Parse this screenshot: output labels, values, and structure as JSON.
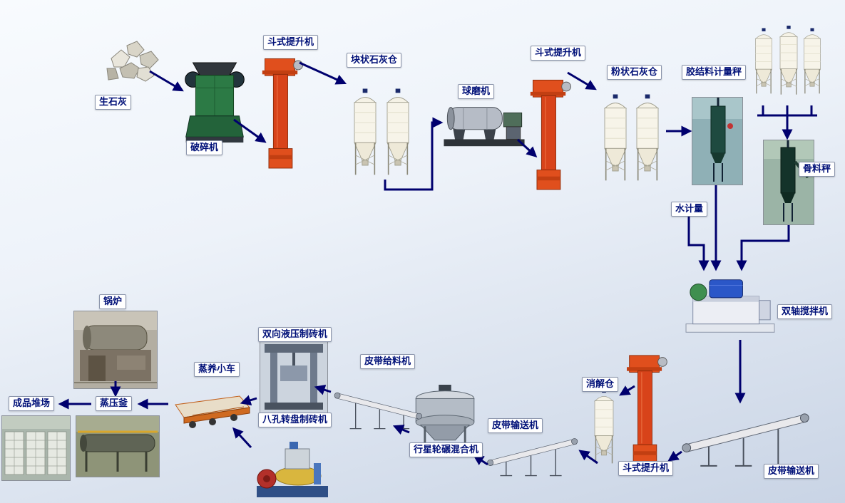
{
  "palette": {
    "background_top": "#f8fbfe",
    "background_bottom": "#c9d4e5",
    "arrow": "#00006e",
    "label_text": "#001078",
    "label_background": "#ffffff",
    "elevator_red": "#d8431a",
    "silo_cream": "#f7f4e9"
  },
  "labels": {
    "quicklime": "生石灰",
    "crusher": "破碎机",
    "bucket_elevator_1": "斗式提升机",
    "lump_lime_silo": "块状石灰仓",
    "ball_mill": "球磨机",
    "bucket_elevator_2": "斗式提升机",
    "powder_lime_silo": "粉状石灰仓",
    "binder_metering_scale": "胶结料计量秤",
    "aggregate_scale": "骨料秤",
    "water_metering": "水计量",
    "twin_shaft_mixer": "双轴搅拌机",
    "belt_conveyor_right": "皮带输送机",
    "bucket_elevator_3": "斗式提升机",
    "slaking_silo": "消解仓",
    "belt_conveyor_mid": "皮带输送机",
    "planetary_wheel_mixer": "行星轮碾混合机",
    "belt_feeder": "皮带给料机",
    "hydraulic_brick_machine": "双向液压制砖机",
    "rotary_brick_machine": "八孔转盘制砖机",
    "steam_curing_cart": "蒸养小车",
    "autoclave": "蒸压釜",
    "boiler": "锅炉",
    "product_yard": "成品堆场"
  }
}
